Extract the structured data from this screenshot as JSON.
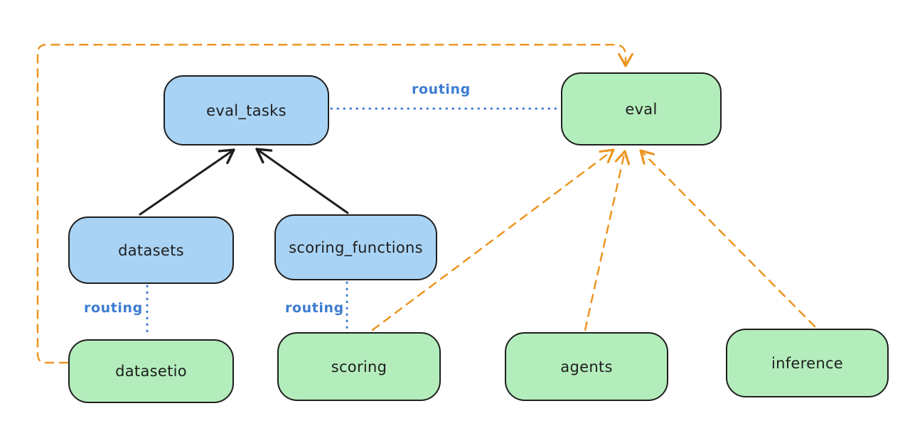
{
  "diagram": {
    "title": "provider routing diagram",
    "colors": {
      "background": "#ffffff",
      "node_blue_fill": "#a9d3f4",
      "node_green_fill": "#b4edbc",
      "node_border": "#1e1e1e",
      "edge_black": "#1e1e1e",
      "edge_blue": "#3d7cd0",
      "edge_orange": "#ec9520"
    },
    "nodes": [
      {
        "id": "eval_tasks",
        "label": "eval_tasks",
        "color": "blue"
      },
      {
        "id": "eval",
        "label": "eval",
        "color": "green"
      },
      {
        "id": "datasets",
        "label": "datasets",
        "color": "blue"
      },
      {
        "id": "scoring_functions",
        "label": "scoring_functions",
        "color": "blue"
      },
      {
        "id": "datasetio",
        "label": "datasetio",
        "color": "green"
      },
      {
        "id": "scoring",
        "label": "scoring",
        "color": "green"
      },
      {
        "id": "agents",
        "label": "agents",
        "color": "green"
      },
      {
        "id": "inference",
        "label": "inference",
        "color": "green"
      }
    ],
    "edge_labels": [
      {
        "edge": "eval_tasks-eval",
        "text": "routing"
      },
      {
        "edge": "datasets-datasetio",
        "text": "routing"
      },
      {
        "edge": "scoring_functions-scoring",
        "text": "routing"
      }
    ],
    "edges": [
      {
        "from": "datasets",
        "to": "eval_tasks",
        "style": "solid",
        "color": "black",
        "arrow": true
      },
      {
        "from": "scoring_functions",
        "to": "eval_tasks",
        "style": "solid",
        "color": "black",
        "arrow": true
      },
      {
        "from": "eval_tasks",
        "to": "eval",
        "style": "dotted",
        "color": "blue",
        "arrow": false,
        "label": "routing"
      },
      {
        "from": "datasets",
        "to": "datasetio",
        "style": "dotted",
        "color": "blue",
        "arrow": false,
        "label": "routing"
      },
      {
        "from": "scoring_functions",
        "to": "scoring",
        "style": "dotted",
        "color": "blue",
        "arrow": false,
        "label": "routing"
      },
      {
        "from": "datasetio",
        "to": "eval",
        "style": "dashed",
        "color": "orange",
        "arrow": true
      },
      {
        "from": "scoring",
        "to": "eval",
        "style": "dashed",
        "color": "orange",
        "arrow": true
      },
      {
        "from": "agents",
        "to": "eval",
        "style": "dashed",
        "color": "orange",
        "arrow": true
      },
      {
        "from": "inference",
        "to": "eval",
        "style": "dashed",
        "color": "orange",
        "arrow": true
      }
    ]
  }
}
